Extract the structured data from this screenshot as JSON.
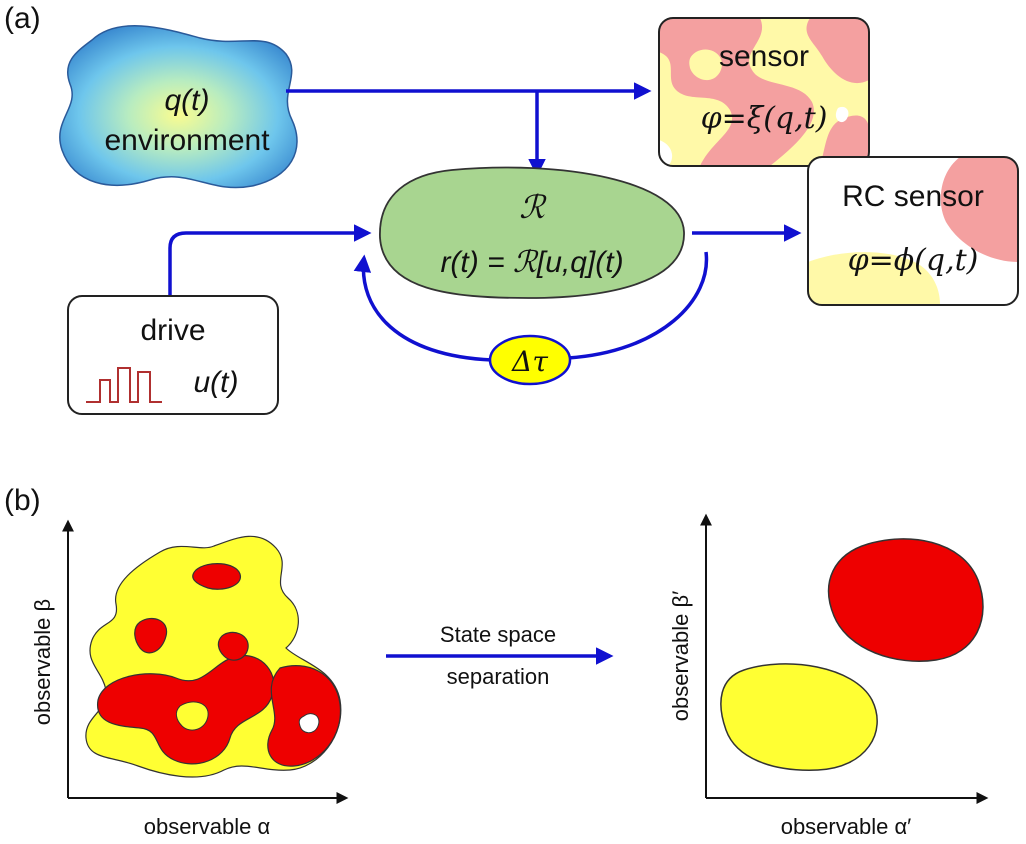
{
  "panels": {
    "a": {
      "label": "(a)"
    },
    "b": {
      "label": "(b)"
    }
  },
  "environment": {
    "symbol": "q(t)",
    "name": "environment"
  },
  "sensor": {
    "title": "sensor",
    "formula": "φ=ξ(q,t)"
  },
  "reservoir": {
    "symbol": "ℛ",
    "equation": "r(t) = ℛ[u,q](t)"
  },
  "rc_sensor": {
    "title": "RC sensor",
    "formula": "φ=ϕ(q,t)"
  },
  "drive": {
    "title": "drive",
    "signal": "u(t)"
  },
  "delay": {
    "label": "Δτ"
  },
  "state_space": {
    "left_xlabel": "observable α",
    "left_ylabel": "observable β",
    "arrow_line1": "State space",
    "arrow_line2": "separation",
    "right_xlabel": "observable α′",
    "right_ylabel": "observable β′"
  },
  "colors": {
    "arrow": "#1010d0",
    "reservoir_fill": "#a8d590",
    "delay_fill": "#ffff00",
    "red": "#ee0000",
    "yellow": "#ffff33",
    "pale_red": "#f4a0a0",
    "pale_yellow": "#fff9a8",
    "pulse": "#b03030"
  }
}
